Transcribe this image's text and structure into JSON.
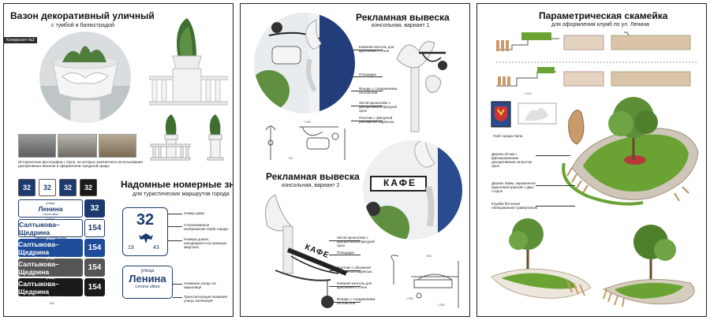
{
  "board1": {
    "title": "Вазон декоративный уличный",
    "subtitle": "с тумбой и балюстрадой",
    "contest_tag": "Конкурсант №2",
    "photo_caption": "Исторические фотографии г. Орла, на которых запечатлено использование декоративных вазонов в оформлении городской среды",
    "signs_title": "Надомные номерные знаки",
    "signs_subtitle": "для туристических маршрутов города",
    "house_numbers": [
      "32",
      "32",
      "32",
      "32"
    ],
    "name_plates": [
      {
        "top": "улица",
        "main": "Ленина",
        "bottom": "Lenina ulitsa",
        "num": "32"
      },
      {
        "top": "улица",
        "main": "Салтыкова–Щедрина",
        "bottom": "Saltykova-Shedrina ulitsa",
        "num": "154"
      },
      {
        "top": "улица",
        "main": "Салтыкова–Щедрина",
        "bottom": "Saltykova-Shedrina ulitsa",
        "num": "154"
      },
      {
        "top": "улица",
        "main": "Салтыкова–Щедрина",
        "bottom": "Saltykova-Shedrina ulitsa",
        "num": "154"
      },
      {
        "top": "улица",
        "main": "Салтыкова–Щедрина",
        "bottom": "Saltykova-Shedrina ulitsa",
        "num": "154"
      }
    ],
    "big_number": {
      "num": "32",
      "left": "19",
      "right": "43"
    },
    "big_street": {
      "top": "улица",
      "main": "Ленина",
      "bottom": "Lenina ulitsa"
    },
    "callouts": [
      "Номер дома",
      "Стилизованное изображение герба города",
      "Номера домов, находящихся на границах квартала",
      "Название улицы на кириллице",
      "Транслитерация названия улицы латиницей"
    ],
    "dims": [
      "600",
      "600"
    ]
  },
  "board2": {
    "title1": "Рекламная вывеска",
    "subtitle1": "консольная, вариант 1",
    "title2": "Рекламная вывеска",
    "subtitle2": "консольная, вариант 2",
    "cafe_text": "КАФЕ",
    "callouts1": [
      "Кованая консоль для крепления к стене",
      "Площадка",
      "Фонарь с соединением на консоли",
      "Литой кронштейн с декоративной фигурой орла",
      "Плотник с фигурной рекламной надписью"
    ],
    "callouts2": [
      "Литой кронштейн с декоративной фигурой орла",
      "Площадка",
      "Плотник с объемной рекламной надписью",
      "Кованая консоль для крепления к стене",
      "Фонарь с соединением на консоли"
    ],
    "dims": [
      "1 060",
      "750",
      "500",
      "1 000",
      "1 500"
    ]
  },
  "board3": {
    "title": "Параметрическая скамейка",
    "subtitle": "для оформления клумб по ул. Ленина",
    "coat_caption": "Герб города Орла",
    "callouts": [
      "Дерево 20 мм с фрезерованным декоративным силуэтом орла",
      "Дерево 40мм, окрашенное акриловой краской с двух сторон",
      "Клумба бетонная облицованная травертином"
    ],
    "dims": [
      "2 000",
      "1 500"
    ]
  },
  "colors": {
    "navy": "#1d3a6e",
    "blue": "#1f4c9a",
    "dark_gray": "#555555",
    "black": "#1a1a1a",
    "grass": "#6aa334",
    "wood": "#c99b6a"
  }
}
